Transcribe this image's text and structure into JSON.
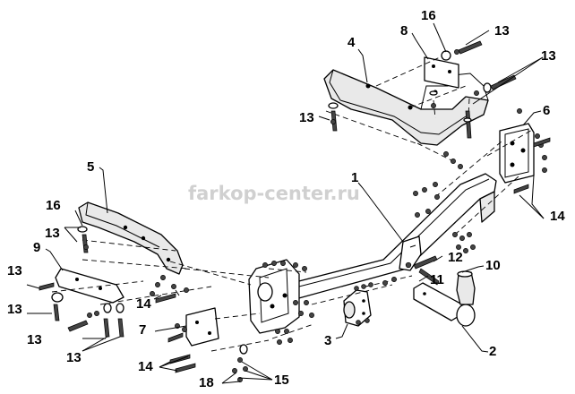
{
  "watermark": "farkop-center.ru",
  "callouts": {
    "c1": "1",
    "c2": "2",
    "c3": "3",
    "c4": "4",
    "c5": "5",
    "c6": "6",
    "c7": "7",
    "c8": "8",
    "c9": "9",
    "c10": "10",
    "c11": "11",
    "c12": "12",
    "c13_top_right": "13",
    "c13_right": "13",
    "c13_upper": "13",
    "c13_left_a": "13",
    "c13_left_b": "13",
    "c13_left_c": "13",
    "c13_left_d": "13",
    "c13_left_e": "13",
    "c14_right": "14",
    "c14_mid": "14",
    "c14_bottom": "14",
    "c15": "15",
    "c16_top": "16",
    "c16_left": "16",
    "c18": "18"
  }
}
